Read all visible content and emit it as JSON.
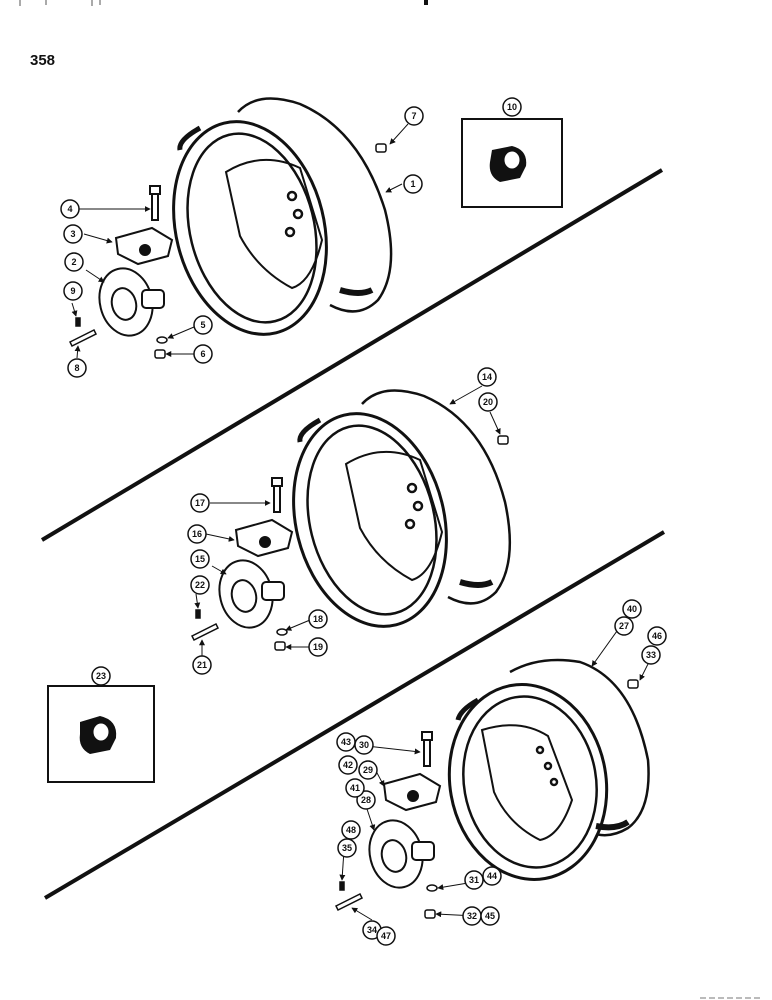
{
  "page_number": "358",
  "colors": {
    "ink": "#111111",
    "paper": "#ffffff"
  },
  "callouts": [
    {
      "id": "c1",
      "label": "1"
    },
    {
      "id": "c2",
      "label": "2"
    },
    {
      "id": "c3",
      "label": "3"
    },
    {
      "id": "c4",
      "label": "4"
    },
    {
      "id": "c5",
      "label": "5"
    },
    {
      "id": "c6",
      "label": "6"
    },
    {
      "id": "c7",
      "label": "7"
    },
    {
      "id": "c8",
      "label": "8"
    },
    {
      "id": "c9",
      "label": "9"
    },
    {
      "id": "c10",
      "label": "10"
    },
    {
      "id": "c14",
      "label": "14"
    },
    {
      "id": "c15",
      "label": "15"
    },
    {
      "id": "c16",
      "label": "16"
    },
    {
      "id": "c17",
      "label": "17"
    },
    {
      "id": "c18",
      "label": "18"
    },
    {
      "id": "c19",
      "label": "19"
    },
    {
      "id": "c20",
      "label": "20"
    },
    {
      "id": "c21",
      "label": "21"
    },
    {
      "id": "c22",
      "label": "22"
    },
    {
      "id": "c23",
      "label": "23"
    },
    {
      "id": "c27",
      "label": "27"
    },
    {
      "id": "c28",
      "label": "28"
    },
    {
      "id": "c29",
      "label": "29"
    },
    {
      "id": "c30",
      "label": "30"
    },
    {
      "id": "c31",
      "label": "31"
    },
    {
      "id": "c32",
      "label": "32"
    },
    {
      "id": "c33",
      "label": "33"
    },
    {
      "id": "c34",
      "label": "34"
    },
    {
      "id": "c35",
      "label": "35"
    },
    {
      "id": "c40",
      "label": "40"
    },
    {
      "id": "c41",
      "label": "41"
    },
    {
      "id": "c42",
      "label": "42"
    },
    {
      "id": "c43",
      "label": "43"
    },
    {
      "id": "c44",
      "label": "44"
    },
    {
      "id": "c45",
      "label": "45"
    },
    {
      "id": "c46",
      "label": "46"
    },
    {
      "id": "c47",
      "label": "47"
    },
    {
      "id": "c48",
      "label": "48"
    }
  ]
}
